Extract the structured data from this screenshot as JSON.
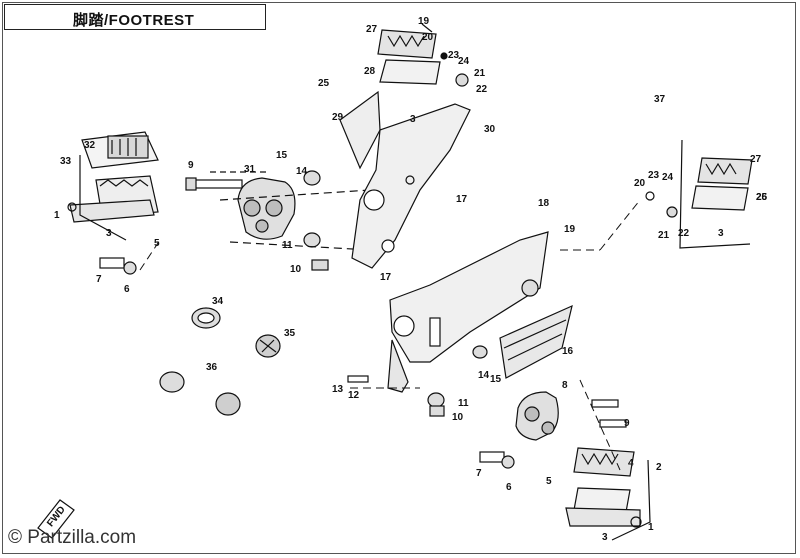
{
  "title": "脚踏/FOOTREST",
  "watermark": "© Partzilla.com",
  "fwd_label": "FWD",
  "callouts": [
    "1",
    "2",
    "3",
    "4",
    "5",
    "6",
    "7",
    "8",
    "9",
    "10",
    "11",
    "12",
    "13",
    "14",
    "15",
    "16",
    "17",
    "18",
    "19",
    "20",
    "21",
    "22",
    "23",
    "24",
    "25",
    "26",
    "27",
    "28",
    "29",
    "30",
    "31",
    "32",
    "33",
    "34",
    "35",
    "36",
    "37"
  ]
}
